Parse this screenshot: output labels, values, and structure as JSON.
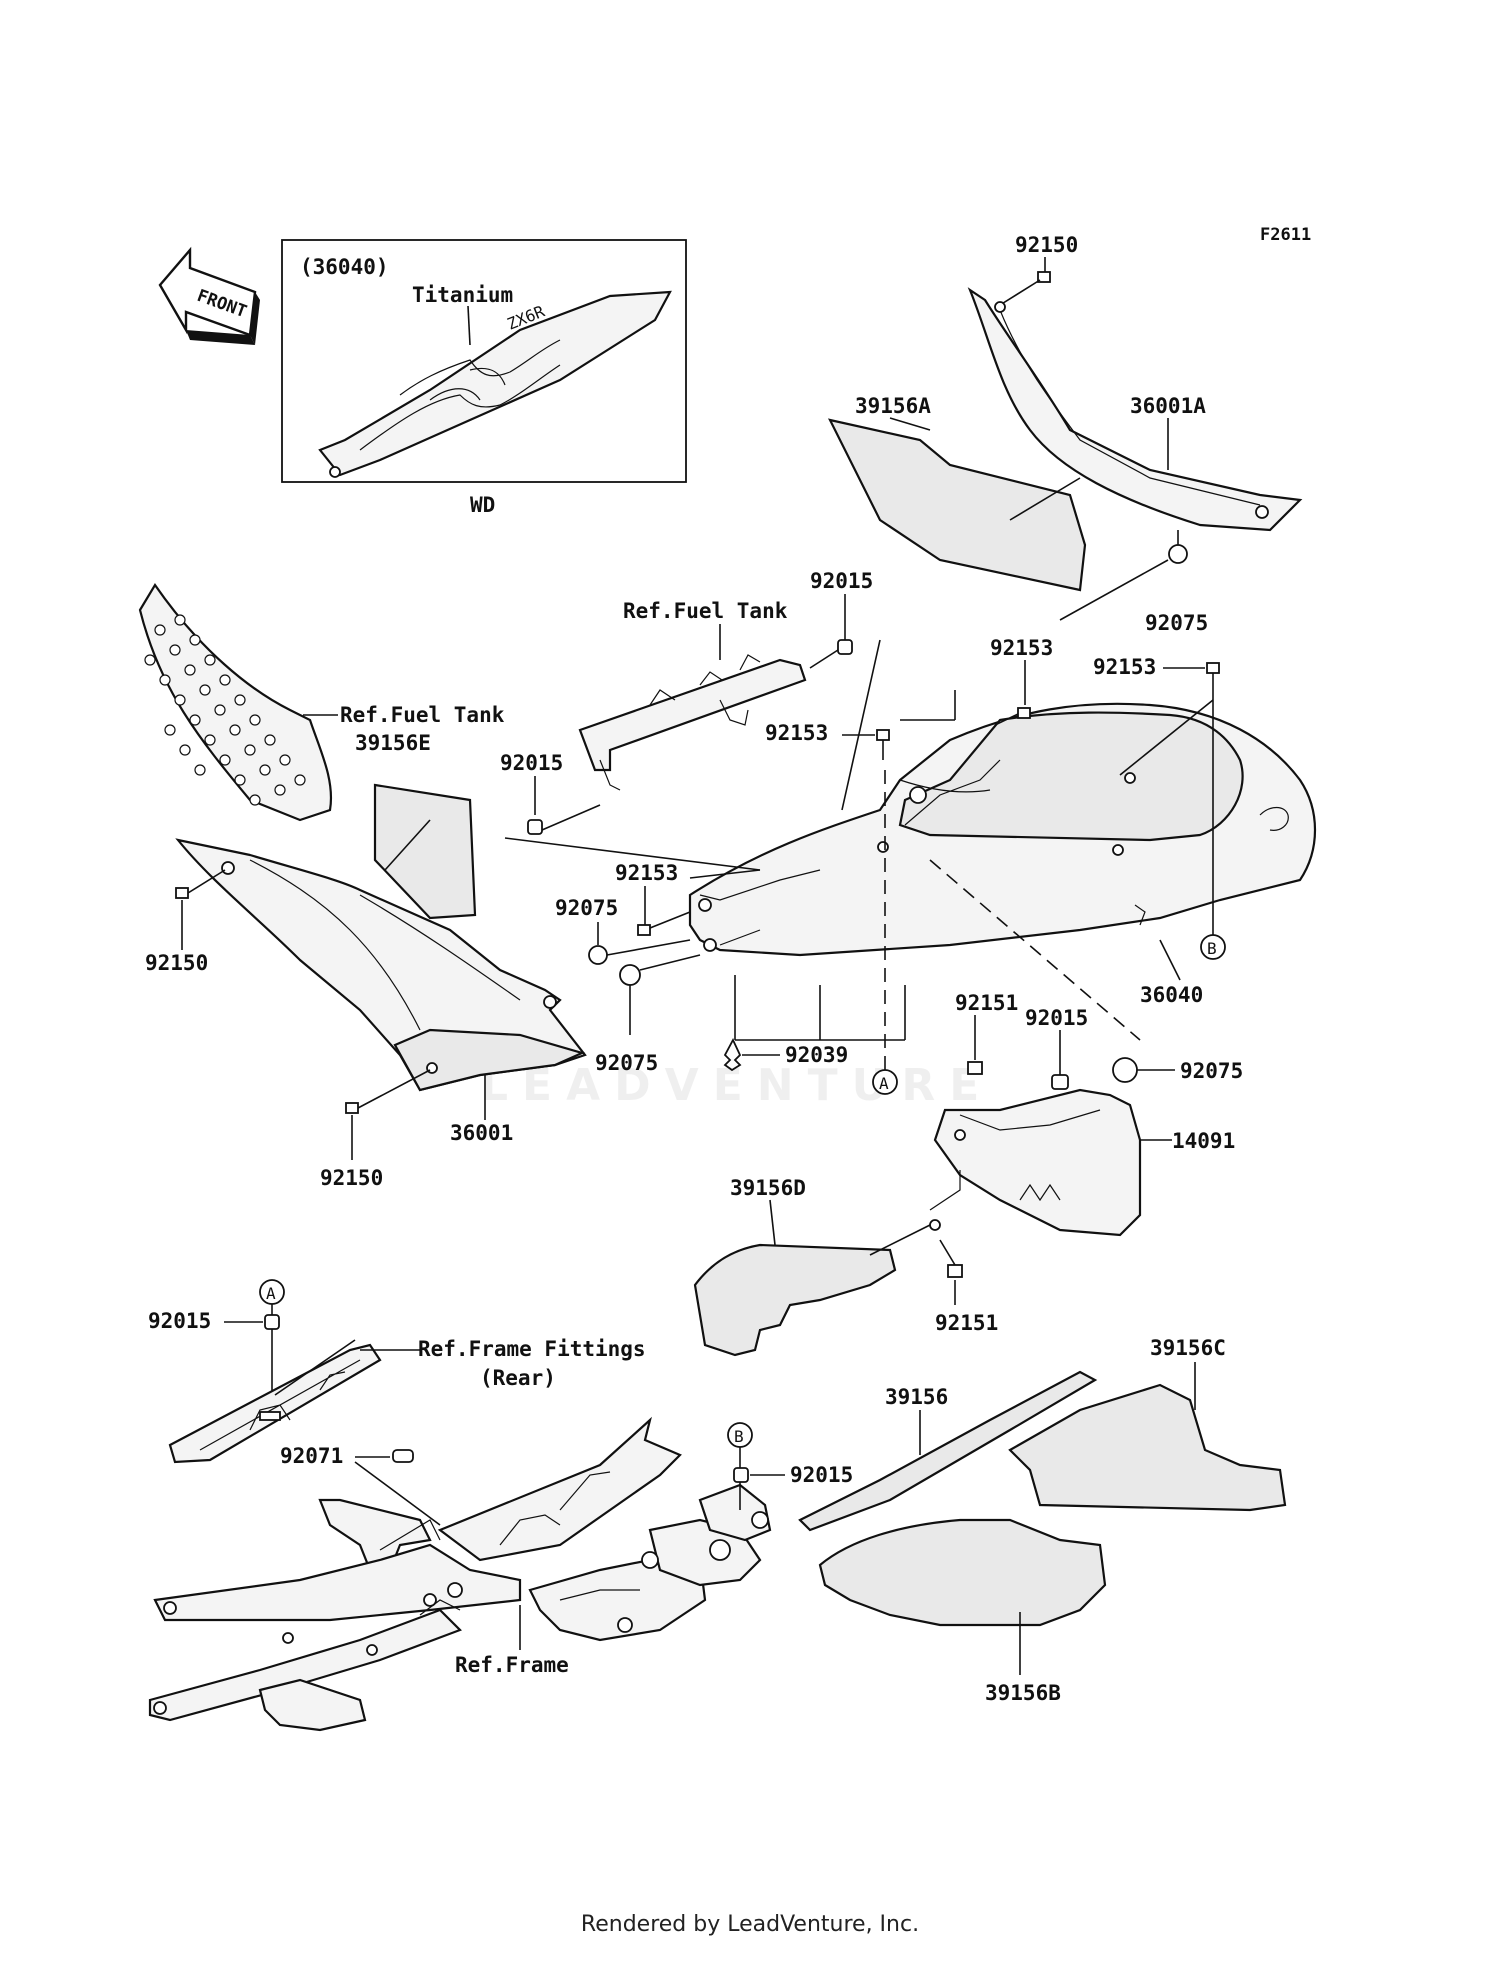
{
  "figure": {
    "code": "F2611",
    "front_label": "FRONT"
  },
  "inset": {
    "ref": "(36040)",
    "variant": "Titanium",
    "caption": "WD"
  },
  "labels": {
    "p92150_top": "92150",
    "p39156A": "39156A",
    "p36001A": "36001A",
    "p92075_top": "92075",
    "p92015_a": "92015",
    "ref_fuel_tank_1": "Ref.Fuel Tank",
    "ref_fuel_tank_2": "Ref.Fuel Tank",
    "p92153_a": "92153",
    "p92153_b": "92153",
    "p92153_c": "92153",
    "p92153_d": "92153",
    "p39156E": "39156E",
    "p92015_b": "92015",
    "p92150_left": "92150",
    "p92075_a": "92075",
    "p92075_b": "92075",
    "p92039": "92039",
    "p36001": "36001",
    "p92150_bottom": "92150",
    "p36040": "36040",
    "p92151_a": "92151",
    "p92015_c": "92015",
    "p92075_c": "92075",
    "p14091": "14091",
    "p39156D": "39156D",
    "p92151_b": "92151",
    "p92015_d": "92015",
    "ref_frame_fittings_1": "Ref.Frame Fittings",
    "ref_frame_fittings_2": "(Rear)",
    "p92071": "92071",
    "p92015_e": "92015",
    "ref_frame": "Ref.Frame",
    "p39156": "39156",
    "p39156C": "39156C",
    "p39156B": "39156B",
    "callout_a1": "A",
    "callout_a2": "A",
    "callout_b1": "B",
    "callout_b2": "B"
  },
  "watermark": "LEADVENTURE",
  "footer": "Rendered by LeadVenture, Inc."
}
